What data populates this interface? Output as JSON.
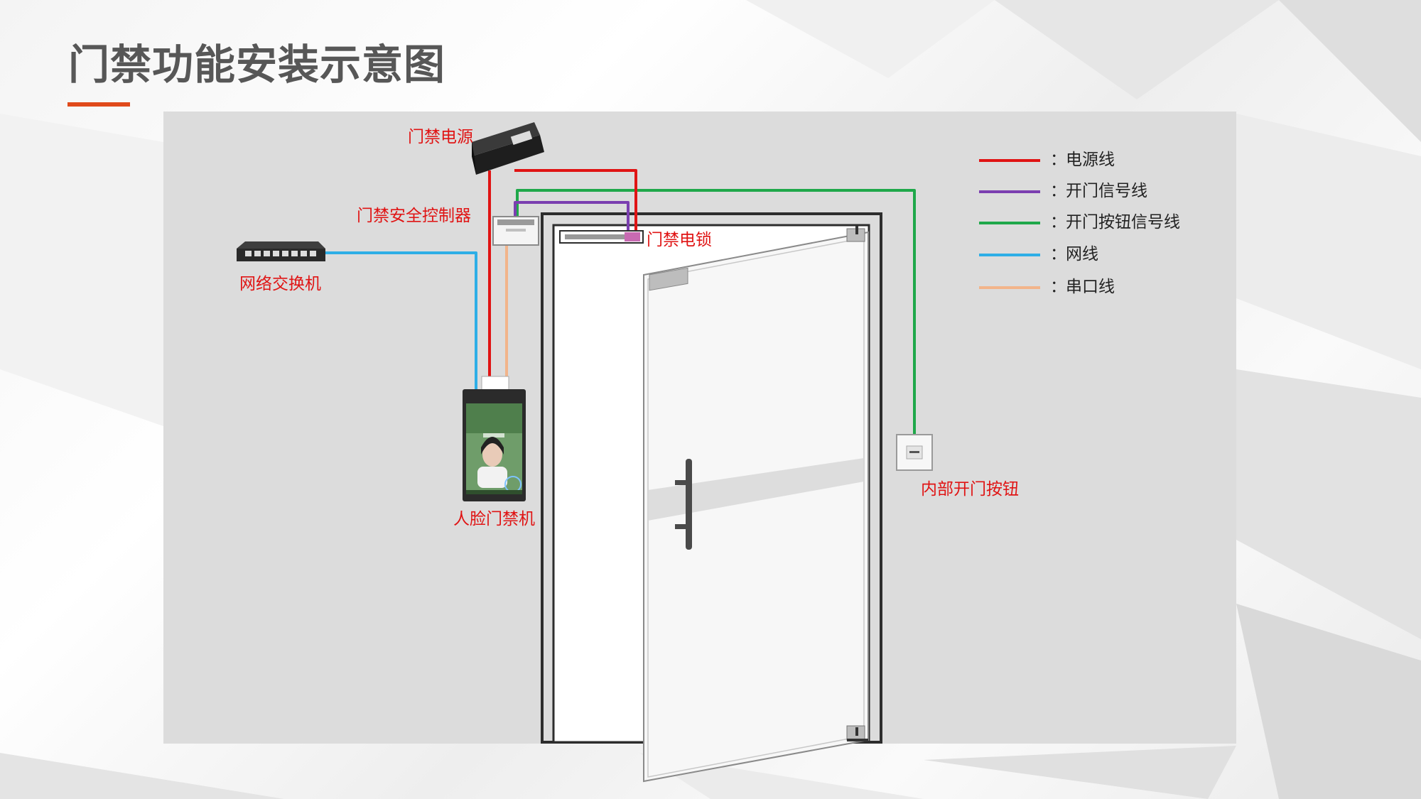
{
  "title": "门禁功能安装示意图",
  "colors": {
    "accent": "#e04a1b",
    "label": "#e01414",
    "power_line": "#e01414",
    "unlock_signal_line": "#7b3fb0",
    "button_signal_line": "#1fa84a",
    "network_line": "#2eaee6",
    "serial_line": "#f2b48a"
  },
  "devices": {
    "power_supply": "门禁电源",
    "controller": "门禁安全控制器",
    "switch": "网络交换机",
    "electric_lock": "门禁电锁",
    "face_terminal": "人脸门禁机",
    "exit_button": "内部开门按钮"
  },
  "legend": [
    {
      "key": "power",
      "label": "电源线",
      "color": "#e01414"
    },
    {
      "key": "unlock",
      "label": "开门信号线",
      "color": "#7b3fb0"
    },
    {
      "key": "button",
      "label": "开门按钮信号线",
      "color": "#1fa84a"
    },
    {
      "key": "network",
      "label": "网线",
      "color": "#2eaee6"
    },
    {
      "key": "serial",
      "label": "串口线",
      "color": "#f2b48a"
    }
  ],
  "legend_separator": "："
}
